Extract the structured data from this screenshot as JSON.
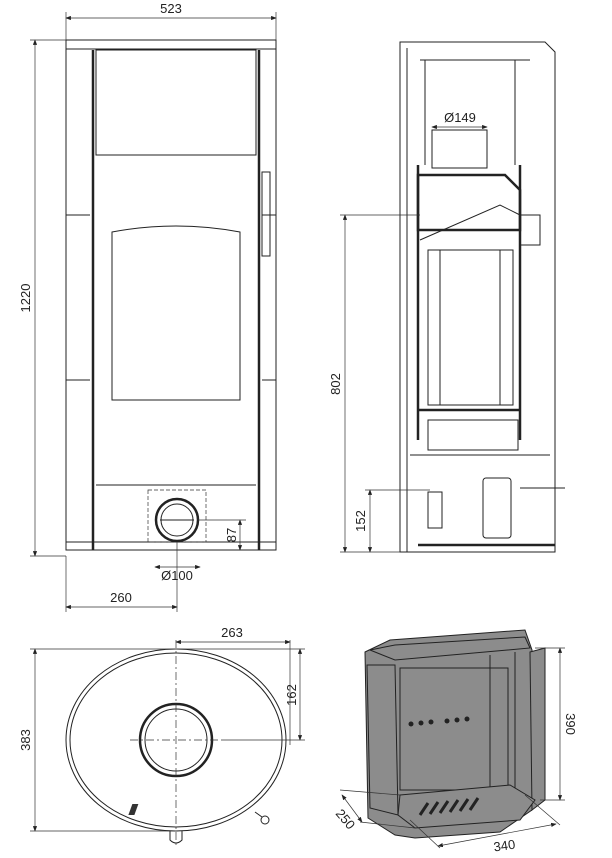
{
  "title": "Stove dimension drawing",
  "front_view": {
    "width": "523",
    "height": "1220",
    "flue_diameter": "Ø100",
    "flue_height": "87",
    "flue_offset": "260"
  },
  "side_view": {
    "top_flue_diameter": "Ø149",
    "flue_center_height": "802",
    "air_inlet_height": "152"
  },
  "top_view": {
    "flue_offset_x": "263",
    "flue_offset_y": "162",
    "depth": "383"
  },
  "firebox_view": {
    "height": "390",
    "depth": "250",
    "width": "340"
  },
  "colors": {
    "line": "#222222",
    "firebox": "#8c8c8c"
  }
}
